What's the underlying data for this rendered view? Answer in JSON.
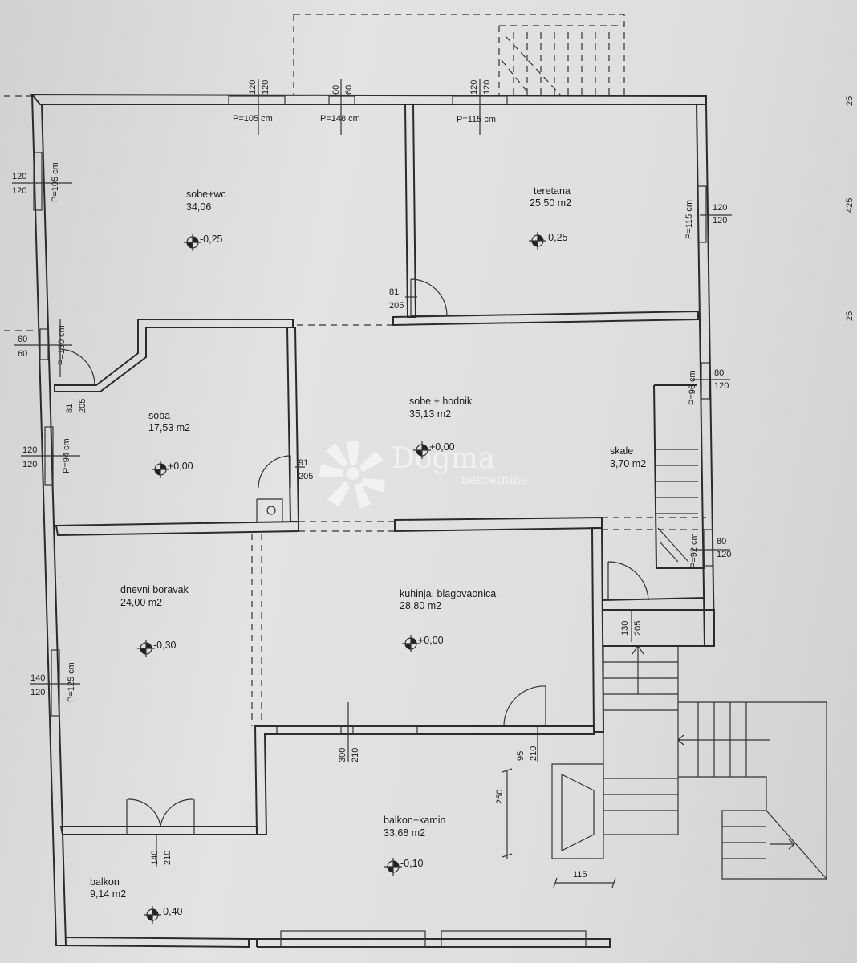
{
  "rooms": [
    {
      "id": "sobe-wc",
      "name": "sobe+wc",
      "area": "34,06",
      "level": "-0,25"
    },
    {
      "id": "teretana",
      "name": "teretana",
      "area": "25,50 m2",
      "level": "-0,25"
    },
    {
      "id": "soba",
      "name": "soba",
      "area": "17,53 m2",
      "level": "+0,00"
    },
    {
      "id": "sobe-hodnik",
      "name": "sobe + hodnik",
      "area": "35,13 m2",
      "level": "+0,00"
    },
    {
      "id": "skale",
      "name": "skale",
      "area": "3,70 m2",
      "level": ""
    },
    {
      "id": "dnevni-boravak",
      "name": "dnevni boravak",
      "area": "24,00 m2",
      "level": "-0,30"
    },
    {
      "id": "kuhinja",
      "name": "kuhinja, blagovaonica",
      "area": "28,80 m2",
      "level": "+0,00"
    },
    {
      "id": "balkon-kamin",
      "name": "balkon+kamin",
      "area": "33,68 m2",
      "level": "-0,10"
    },
    {
      "id": "balkon",
      "name": "balkon",
      "area": "9,14 m2",
      "level": "-0,40"
    }
  ],
  "windows": [
    {
      "id": "w1",
      "p": "P=105 cm",
      "w": "120",
      "h": "120"
    },
    {
      "id": "w2",
      "p": "P=148 cm",
      "w": "60",
      "h": "60"
    },
    {
      "id": "w3",
      "p": "P=115 cm",
      "w": "120",
      "h": "120"
    },
    {
      "id": "w4",
      "p": "P=105 cm",
      "w": "120",
      "h": "120"
    },
    {
      "id": "w5",
      "p": "P=115 cm",
      "w": "120",
      "h": "120"
    },
    {
      "id": "w6",
      "p": "P=130 cm",
      "w": "60",
      "h": "60"
    },
    {
      "id": "w7",
      "p": "P=96 cm",
      "w": "80",
      "h": "120"
    },
    {
      "id": "w8",
      "p": "P=94 cm",
      "w": "120",
      "h": "120"
    },
    {
      "id": "w9",
      "p": "P=92 cm",
      "w": "80",
      "h": "120"
    },
    {
      "id": "w10",
      "p": "P=125 cm",
      "w": "140",
      "h": "120"
    }
  ],
  "doors": [
    {
      "id": "d1",
      "w": "81",
      "h": "205"
    },
    {
      "id": "d2",
      "w": "81",
      "h": "205"
    },
    {
      "id": "d3",
      "w": "91",
      "h": "205"
    },
    {
      "id": "d4",
      "w": "130",
      "h": "205"
    },
    {
      "id": "d5",
      "w": "300",
      "h": "210"
    },
    {
      "id": "d6",
      "w": "95",
      "h": "210"
    },
    {
      "id": "d7",
      "w": "140",
      "h": "210"
    }
  ],
  "dimensions": {
    "stair_run": "250",
    "stair_width": "115"
  },
  "edge_marks": [
    "25",
    "425",
    "25"
  ],
  "watermark": {
    "brand": "Dogma",
    "sub": "nekretnine"
  }
}
